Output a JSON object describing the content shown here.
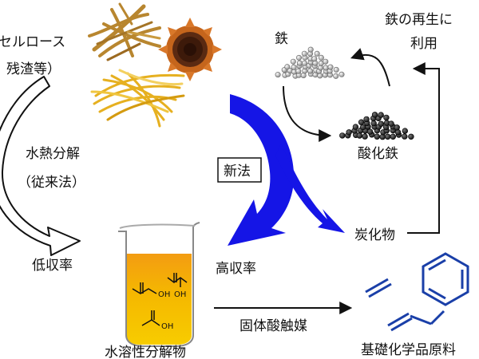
{
  "labels": {
    "cellulose_line1": "セルロース",
    "cellulose_line2": "残渣等）",
    "hydrothermal_line1": "水熱分解",
    "hydrothermal_line2": "（従来法）",
    "low_yield": "低収率",
    "new_method": "新法",
    "high_yield": "高収率",
    "iron": "鉄",
    "iron_oxide": "酸化鉄",
    "iron_regen_line1": "鉄の再生に",
    "iron_regen_line2": "利用",
    "char": "炭化物",
    "solid_acid": "固体酸触媒",
    "water_soluble": "水溶性分解物",
    "basic_chemicals": "基礎化学品原料",
    "oh_top": "OH",
    "oh_mid": "OH",
    "oh_bottom": "OH"
  },
  "colors": {
    "blue_arrow": "#1515e6",
    "liquid_top": "#f39c12",
    "liquid_bottom": "#f5c400",
    "product_blue": "#1a3fa8",
    "fiber_brown": "#b8862f",
    "sunflower": "#5a2a12",
    "straw": "#e6b020",
    "iron_gray": "#c8c8c8",
    "oxide_dark": "#222222"
  },
  "icons": {
    "biomass": [
      "wood-fiber-icon",
      "sunflower-icon",
      "straw-icon"
    ],
    "iron_pile": "iron-powder-pile-icon",
    "oxide_pile": "iron-oxide-pile-icon",
    "beaker": "beaker-icon",
    "products": [
      "ethylene-icon",
      "benzene-icon",
      "styrene-icon"
    ]
  }
}
